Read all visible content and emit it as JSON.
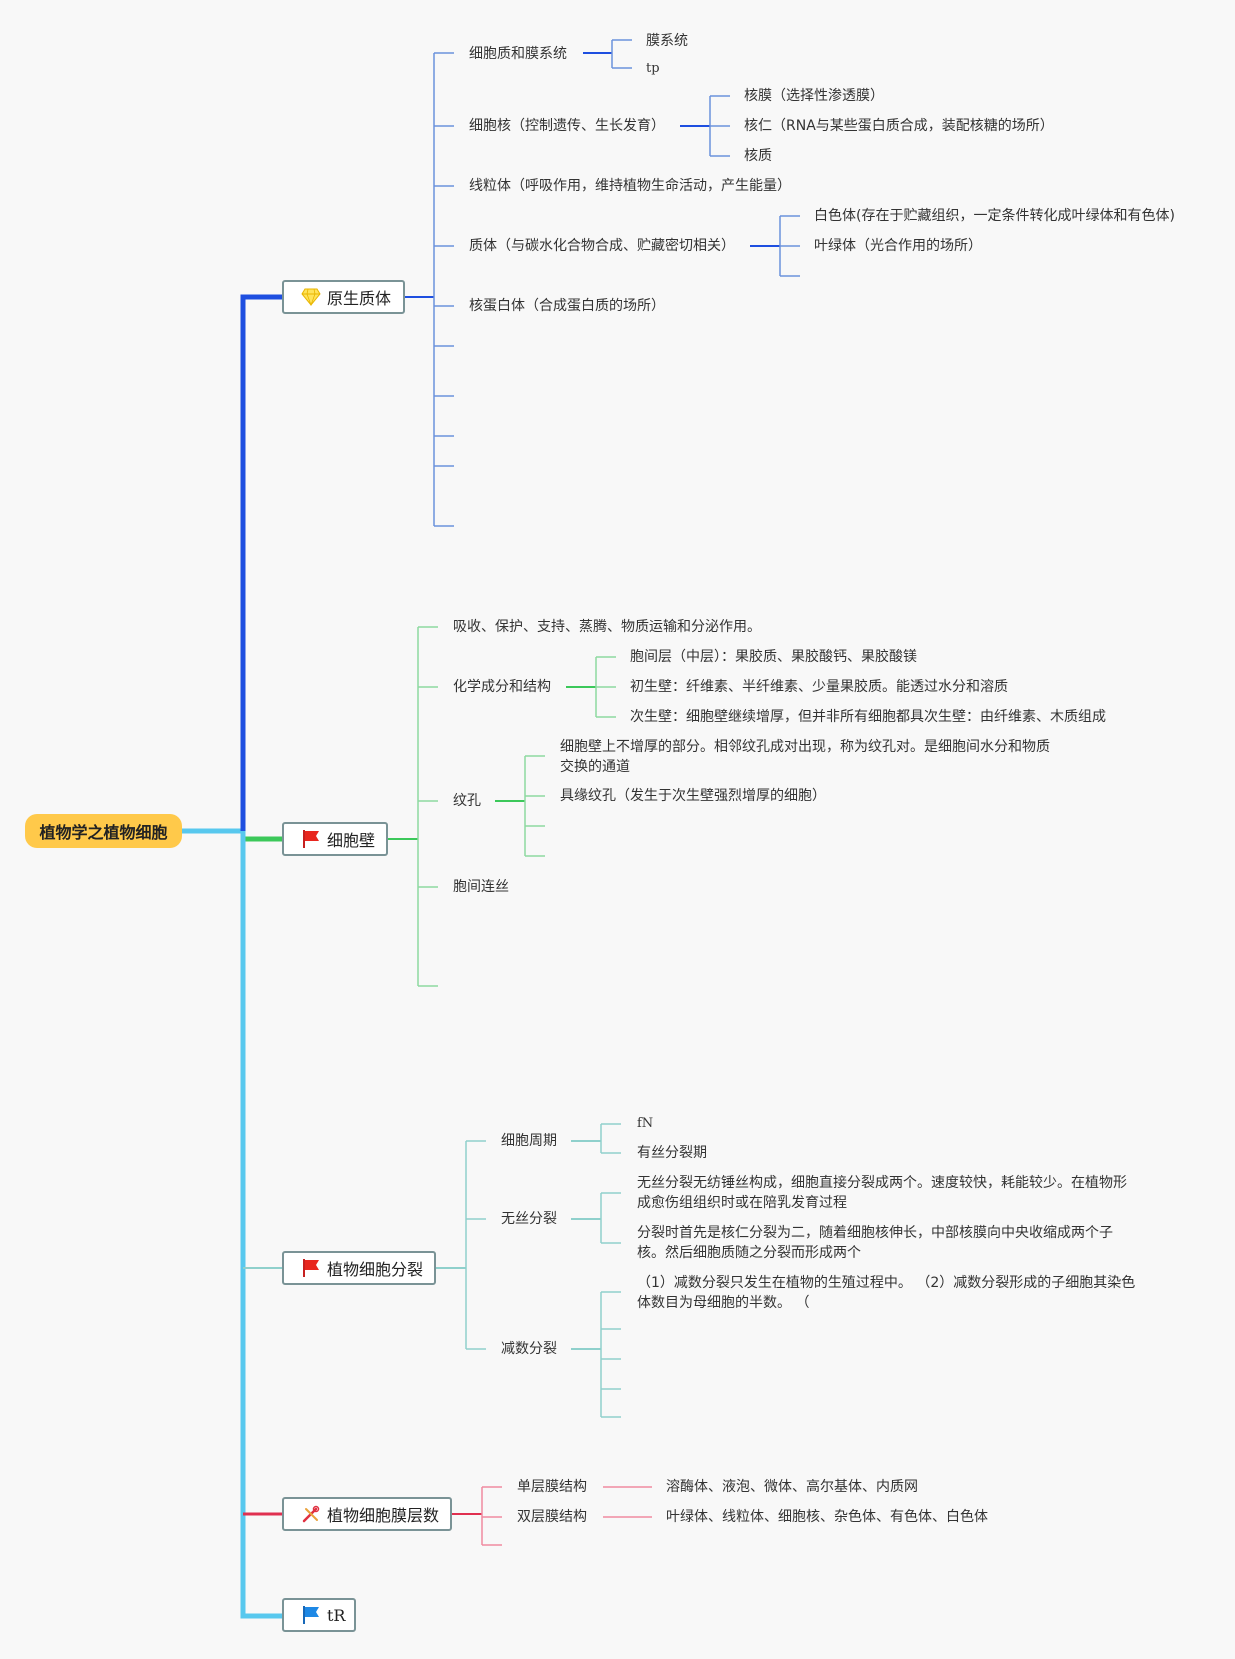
{
  "root": {
    "label": "植物学之植物细胞"
  },
  "colors": {
    "protoplasm": "#1e4fe0",
    "protoplasm_light": "#6b92dc",
    "cellwall": "#3cc85a",
    "cellwall_light": "#8ed9a0",
    "division": "#58c8ee",
    "division_light": "#8fd0cc",
    "membrane": "#e03050",
    "membrane_light": "#f08aa0",
    "tr": "#58c8ee"
  },
  "protoplasm": {
    "label": "原生质体",
    "icon": "diamond-icon",
    "items": {
      "cytoplasm": {
        "label": "细胞质和膜系统",
        "children": [
          "膜系统",
          "tp"
        ]
      },
      "nucleus": {
        "label": "细胞核（控制遗传、生长发育）",
        "children": [
          "核膜（选择性渗透膜）",
          "核仁（RNA与某些蛋白质合成，装配核糖的场所）",
          "核质"
        ]
      },
      "mito": {
        "label": "线粒体（呼吸作用，维持植物生命活动，产生能量）"
      },
      "plastid": {
        "label": "质体（与碳水化合物合成、贮藏密切相关）",
        "children": [
          "白色体(存在于贮藏组织，一定条件转化成叶绿体和有色体)",
          "叶绿体（光合作用的场所）"
        ]
      },
      "ribosome": {
        "label": "核蛋白体（合成蛋白质的场所）"
      }
    }
  },
  "cellwall": {
    "label": "细胞壁",
    "icon": "red-flag-icon",
    "items": {
      "function": {
        "label": "吸收、保护、支持、蒸腾、物质运输和分泌作用。"
      },
      "composition": {
        "label": "化学成分和结构",
        "children": [
          "胞间层（中层）：果胶质、果胶酸钙、果胶酸镁",
          "初生壁：纤维素、半纤维素、少量果胶质。能透过水分和溶质",
          "次生壁：细胞壁继续增厚，但并非所有细胞都具次生壁：由纤维素、木质组成"
        ]
      },
      "pit": {
        "label": "纹孔",
        "children": [
          "细胞壁上不增厚的部分。相邻纹孔成对出现，称为纹孔对。是细胞间水分和物质交换的通道",
          "具缘纹孔（发生于次生壁强烈增厚的细胞）"
        ]
      },
      "plasmodesma": {
        "label": "胞间连丝"
      }
    }
  },
  "division": {
    "label": "植物细胞分裂",
    "icon": "red-flag-icon",
    "items": {
      "cycle": {
        "label": "细胞周期",
        "children": [
          "fN",
          "有丝分裂期"
        ]
      },
      "amitosis": {
        "label": "无丝分裂",
        "children": [
          "无丝分裂无纺锤丝构成，细胞直接分裂成两个。速度较快，耗能较少。在植物形成愈伤组组织时或在陪乳发育过程",
          "分裂时首先是核仁分裂为二，随着细胞核伸长，中部核膜向中央收缩成两个子核。然后细胞质随之分裂而形成两个"
        ]
      },
      "meiosis": {
        "label": "减数分裂",
        "children": [
          "（1）减数分裂只发生在植物的生殖过程中。 （2）减数分裂形成的子细胞其染色体数目为母细胞的半数。 （"
        ]
      }
    }
  },
  "membrane": {
    "label": "植物细胞膜层数",
    "icon": "tools-icon",
    "items": {
      "single": {
        "label": "单层膜结构",
        "value": "溶酶体、液泡、微体、高尔基体、内质网"
      },
      "double": {
        "label": "双层膜结构",
        "value": "叶绿体、线粒体、细胞核、杂色体、有色体、白色体"
      }
    }
  },
  "tr": {
    "label": "tR",
    "icon": "blue-flag-icon"
  }
}
